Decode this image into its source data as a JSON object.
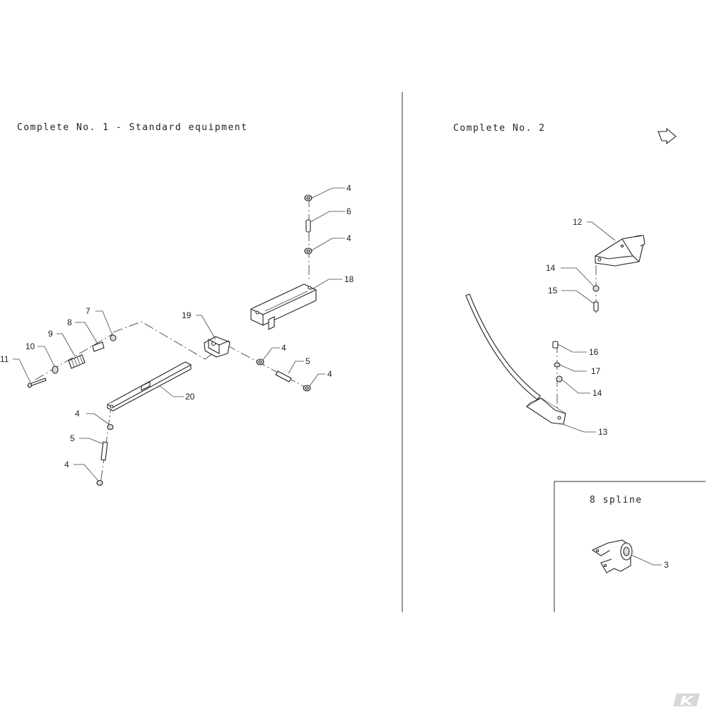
{
  "sections": {
    "complete1_title": "Complete No. 1   - Standard equipment",
    "complete2_title": "Complete No. 2",
    "spline_title": "8 spline"
  },
  "callouts": {
    "c4a": "4",
    "c6": "6",
    "c4b": "4",
    "c18": "18",
    "c7": "7",
    "c8": "8",
    "c9": "9",
    "c10": "10",
    "c11": "11",
    "c19": "19",
    "c4c": "4",
    "c5a": "5",
    "c4d": "4",
    "c20": "20",
    "c4e": "4",
    "c5b": "5",
    "c4f": "4",
    "c12": "12",
    "c14a": "14",
    "c15": "15",
    "c16": "16",
    "c17": "17",
    "c14b": "14",
    "c13": "13",
    "c3": "3"
  },
  "icons": {
    "nav": "next-page-arrow-icon",
    "logo": "k-logo-icon"
  }
}
